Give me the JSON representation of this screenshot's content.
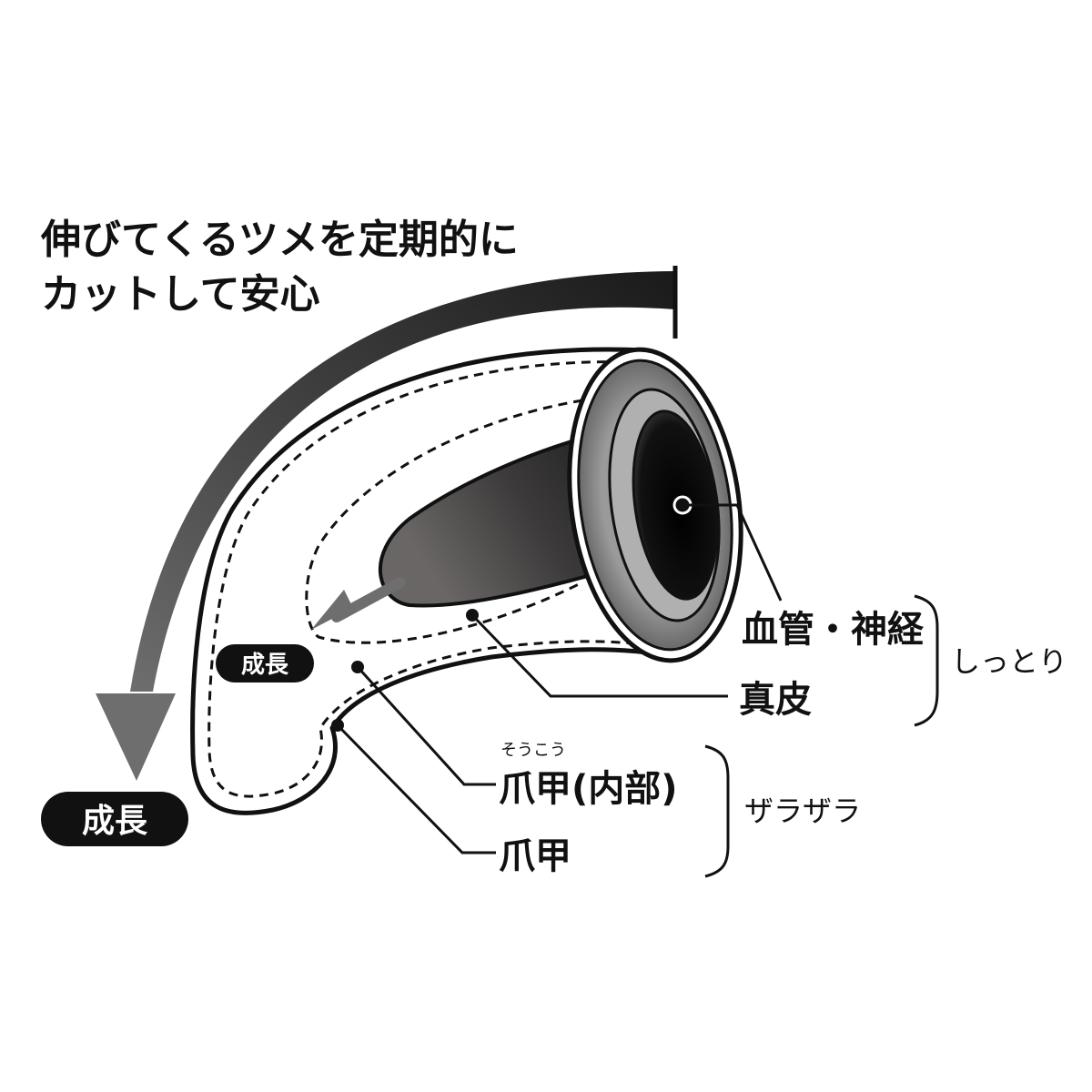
{
  "heading": {
    "line1": "伸びてくるツメを定期的に",
    "line2": "カットして安心"
  },
  "growth_badges": {
    "outer": "成長",
    "inner": "成長"
  },
  "labels": {
    "vessels_nerves": "血管・神経",
    "dermis": "真皮",
    "claw_inner": "爪甲(内部)",
    "claw_inner_ruby": "そうこう",
    "claw": "爪甲"
  },
  "groups": {
    "moist": "しっとり",
    "rough": "ザラザラ"
  },
  "colors": {
    "ink": "#111111",
    "arrow_dark": "#222222",
    "arrow_light": "#6e6e6e",
    "badge_bg": "#111111",
    "badge_text": "#ffffff"
  }
}
